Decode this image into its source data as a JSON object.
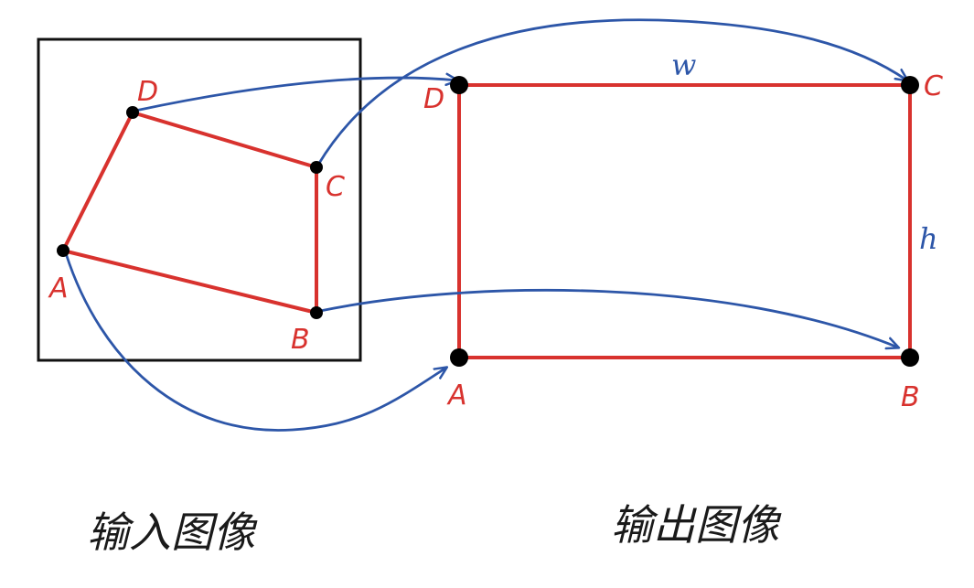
{
  "colors": {
    "quad": "#d8322e",
    "arrow": "#2d56a8",
    "frame": "#111111",
    "point": "#000000"
  },
  "input_image": {
    "caption": "输入图像",
    "points": {
      "A": "A",
      "B": "B",
      "C": "C",
      "D": "D"
    }
  },
  "output_image": {
    "caption": "输出图像",
    "points": {
      "A": "A",
      "B": "B",
      "C": "C",
      "D": "D"
    },
    "width_label": "w",
    "height_label": "h"
  }
}
